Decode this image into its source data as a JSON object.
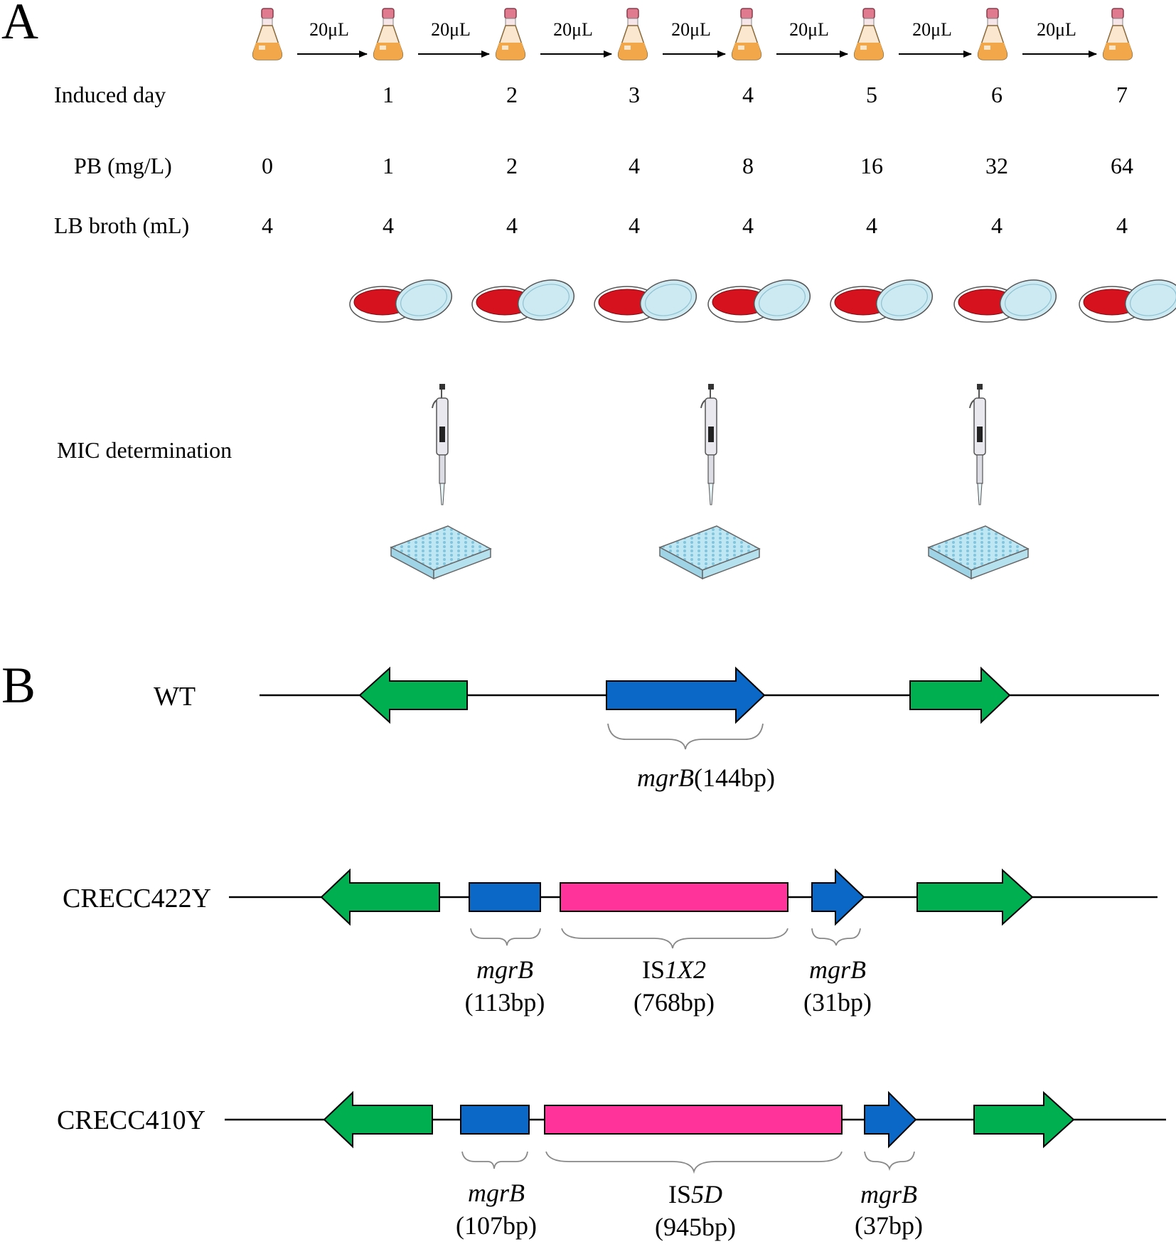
{
  "panelA": {
    "letter": "A",
    "transfer_label": "20μL",
    "row_labels": {
      "day": "Induced day",
      "pb": "PB (mg/L)",
      "lb": "LB broth (mL)",
      "mic": "MIC determination"
    },
    "days": [
      "",
      "1",
      "2",
      "3",
      "4",
      "5",
      "6",
      "7"
    ],
    "pb": [
      "0",
      "1",
      "2",
      "4",
      "8",
      "16",
      "32",
      "64"
    ],
    "lb": [
      "4",
      "4",
      "4",
      "4",
      "4",
      "4",
      "4",
      "4"
    ],
    "colors": {
      "flask_liquid": "#f2a84a",
      "flask_cap": "#e07a8f",
      "agar": "#d6121f",
      "lid": "#cdeaf2",
      "plate": "#bfe6f3"
    }
  },
  "panelB": {
    "letter": "B",
    "colors": {
      "flank_gene": "#00b050",
      "mgrB": "#0b68c7",
      "insertion": "#ff3399"
    },
    "strains": [
      {
        "name": "WT",
        "labels": [
          {
            "italic": "mgrB",
            "plain": "(144bp)"
          }
        ]
      },
      {
        "name": "CRECC422Y",
        "labels": [
          {
            "italic": "mgrB",
            "size": "(113bp)"
          },
          {
            "prefix": "IS",
            "italic": "1X2",
            "size": "(768bp)"
          },
          {
            "italic": "mgrB",
            "size": "(31bp)"
          }
        ]
      },
      {
        "name": "CRECC410Y",
        "labels": [
          {
            "italic": "mgrB",
            "size": "(107bp)"
          },
          {
            "prefix": "IS",
            "italic": "5D",
            "size": "(945bp)"
          },
          {
            "italic": "mgrB",
            "size": "(37bp)"
          }
        ]
      }
    ]
  }
}
